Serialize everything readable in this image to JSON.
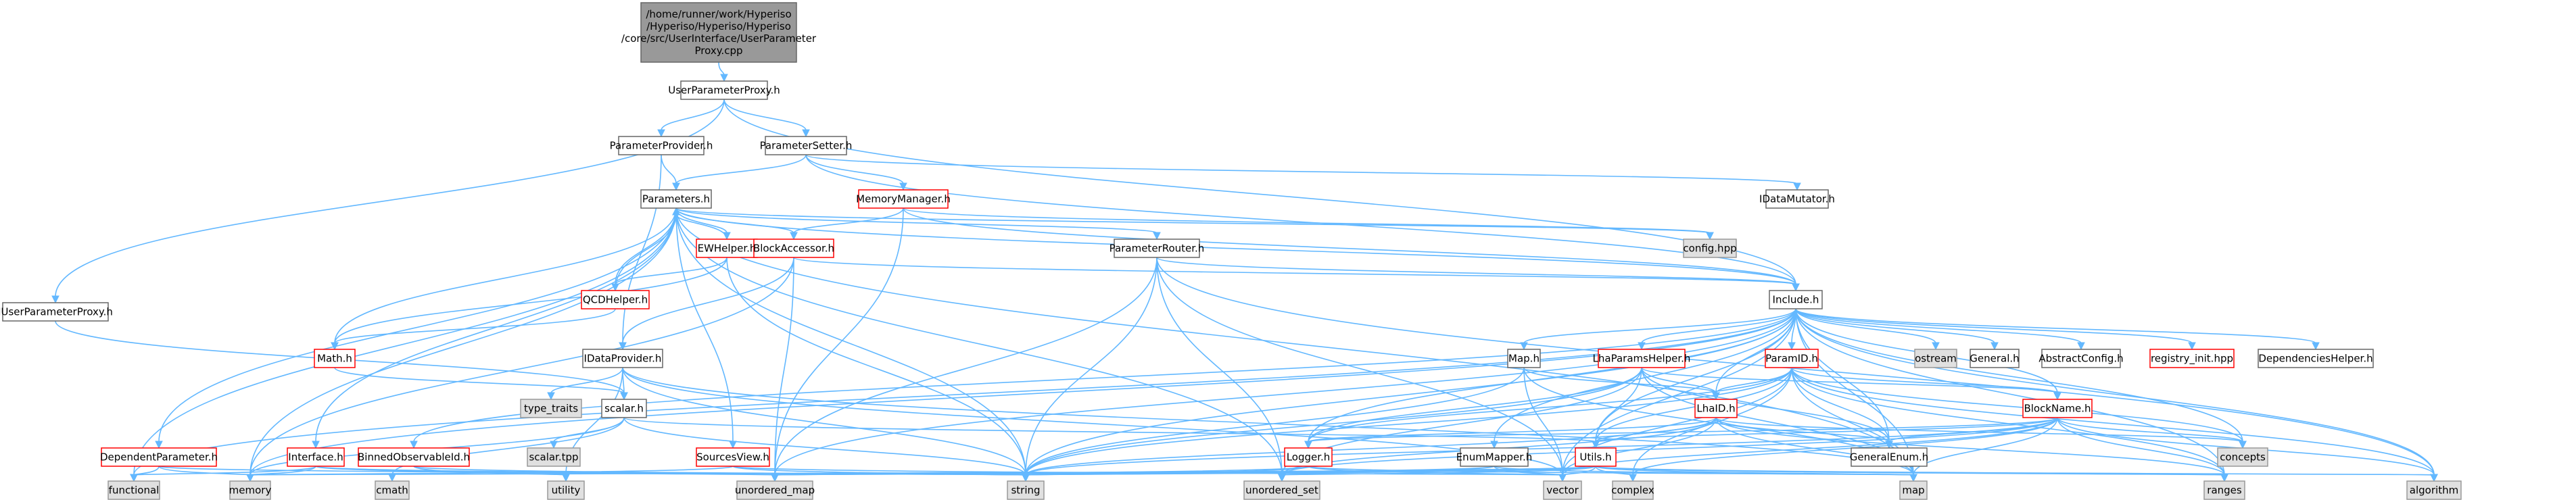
{
  "colors": {
    "edge": "#63b8ff",
    "root_fill": "#999999",
    "root_stroke": "#666666",
    "node_fill": "#ffffff",
    "node_stroke": "#666666",
    "sys_fill": "#e0e0e0",
    "sys_stroke": "#999999",
    "trunc_stroke": "#ff0000",
    "trunc_text": "#000000"
  },
  "nodes": [
    {
      "id": "root",
      "label": [
        "/home/runner/work/Hyperiso",
        "/Hyperiso/Hyperiso/Hyperiso",
        "/core/src/UserInterface/UserParameter",
        "Proxy.cpp"
      ],
      "kind": "root"
    },
    {
      "id": "upproxyh",
      "label": [
        "UserParameterProxy.h"
      ],
      "kind": "normal"
    },
    {
      "id": "pprov",
      "label": [
        "ParameterProvider.h"
      ],
      "kind": "normal"
    },
    {
      "id": "psetter",
      "label": [
        "ParameterSetter.h"
      ],
      "kind": "normal"
    },
    {
      "id": "params",
      "label": [
        "Parameters.h"
      ],
      "kind": "normal"
    },
    {
      "id": "memmgr",
      "label": [
        "MemoryManager.h"
      ],
      "kind": "trunc"
    },
    {
      "id": "idatamut",
      "label": [
        "IDataMutator.h"
      ],
      "kind": "normal"
    },
    {
      "id": "iupproxy",
      "label": [
        "IUserParameterProxy.h"
      ],
      "kind": "normal"
    },
    {
      "id": "ewhelper",
      "label": [
        "EWHelper.h"
      ],
      "kind": "trunc"
    },
    {
      "id": "blockacc",
      "label": [
        "BlockAccessor.h"
      ],
      "kind": "trunc"
    },
    {
      "id": "prouter",
      "label": [
        "ParameterRouter.h"
      ],
      "kind": "normal"
    },
    {
      "id": "confighpp",
      "label": [
        "config.hpp"
      ],
      "kind": "sys"
    },
    {
      "id": "qcdhelper",
      "label": [
        "QCDHelper.h"
      ],
      "kind": "trunc"
    },
    {
      "id": "include",
      "label": [
        "Include.h"
      ],
      "kind": "normal"
    },
    {
      "id": "mathh",
      "label": [
        "Math.h"
      ],
      "kind": "trunc"
    },
    {
      "id": "idataprov",
      "label": [
        "IDataProvider.h"
      ],
      "kind": "normal"
    },
    {
      "id": "maph",
      "label": [
        "Map.h"
      ],
      "kind": "normal"
    },
    {
      "id": "lhaparams",
      "label": [
        "LhaParamsHelper.h"
      ],
      "kind": "trunc"
    },
    {
      "id": "paramid",
      "label": [
        "ParamID.h"
      ],
      "kind": "trunc"
    },
    {
      "id": "ostream",
      "label": [
        "ostream"
      ],
      "kind": "sys"
    },
    {
      "id": "generalh",
      "label": [
        "General.h"
      ],
      "kind": "normal"
    },
    {
      "id": "abscfg",
      "label": [
        "AbstractConfig.h"
      ],
      "kind": "normal"
    },
    {
      "id": "reginit",
      "label": [
        "registry_init.hpp"
      ],
      "kind": "trunc"
    },
    {
      "id": "dephelper",
      "label": [
        "DependenciesHelper.h"
      ],
      "kind": "normal"
    },
    {
      "id": "scalarh",
      "label": [
        "scalar.h"
      ],
      "kind": "normal"
    },
    {
      "id": "typetraits",
      "label": [
        "type_traits"
      ],
      "kind": "sys"
    },
    {
      "id": "lhaid",
      "label": [
        "LhaID.h"
      ],
      "kind": "trunc"
    },
    {
      "id": "blockname",
      "label": [
        "BlockName.h"
      ],
      "kind": "trunc"
    },
    {
      "id": "depparam",
      "label": [
        "DependentParameter.h"
      ],
      "kind": "trunc"
    },
    {
      "id": "binnedobs",
      "label": [
        "BinnedObservableId.h"
      ],
      "kind": "trunc"
    },
    {
      "id": "scalartpp",
      "label": [
        "scalar.tpp"
      ],
      "kind": "sys"
    },
    {
      "id": "interfaceh",
      "label": [
        "Interface.h"
      ],
      "kind": "trunc"
    },
    {
      "id": "sourcesview",
      "label": [
        "SourcesView.h"
      ],
      "kind": "trunc"
    },
    {
      "id": "utilsh",
      "label": [
        "Utils.h"
      ],
      "kind": "trunc"
    },
    {
      "id": "loggerh",
      "label": [
        "Logger.h"
      ],
      "kind": "trunc"
    },
    {
      "id": "enummapper",
      "label": [
        "EnumMapper.h"
      ],
      "kind": "normal"
    },
    {
      "id": "generalenum",
      "label": [
        "GeneralEnum.h"
      ],
      "kind": "normal"
    },
    {
      "id": "concepts",
      "label": [
        "concepts"
      ],
      "kind": "sys"
    },
    {
      "id": "functional",
      "label": [
        "functional"
      ],
      "kind": "sys"
    },
    {
      "id": "memory",
      "label": [
        "memory"
      ],
      "kind": "sys"
    },
    {
      "id": "cmath",
      "label": [
        "cmath"
      ],
      "kind": "sys"
    },
    {
      "id": "utility",
      "label": [
        "utility"
      ],
      "kind": "sys"
    },
    {
      "id": "unorderedmap",
      "label": [
        "unordered_map"
      ],
      "kind": "sys"
    },
    {
      "id": "string",
      "label": [
        "string"
      ],
      "kind": "sys"
    },
    {
      "id": "unorderedset",
      "label": [
        "unordered_set"
      ],
      "kind": "sys"
    },
    {
      "id": "vector",
      "label": [
        "vector"
      ],
      "kind": "sys"
    },
    {
      "id": "complex",
      "label": [
        "complex"
      ],
      "kind": "sys"
    },
    {
      "id": "map",
      "label": [
        "map"
      ],
      "kind": "sys"
    },
    {
      "id": "ranges",
      "label": [
        "ranges"
      ],
      "kind": "sys"
    },
    {
      "id": "algorithm",
      "label": [
        "algorithm"
      ],
      "kind": "sys"
    }
  ],
  "edges": [
    [
      "root",
      "upproxyh"
    ],
    [
      "upproxyh",
      "pprov"
    ],
    [
      "upproxyh",
      "psetter"
    ],
    [
      "upproxyh",
      "iupproxy"
    ],
    [
      "upproxyh",
      "include"
    ],
    [
      "pprov",
      "params"
    ],
    [
      "pprov",
      "idataprov"
    ],
    [
      "psetter",
      "params"
    ],
    [
      "psetter",
      "memmgr"
    ],
    [
      "psetter",
      "idatamut"
    ],
    [
      "psetter",
      "include"
    ],
    [
      "params",
      "ewhelper"
    ],
    [
      "params",
      "blockacc"
    ],
    [
      "params",
      "prouter"
    ],
    [
      "params",
      "confighpp"
    ],
    [
      "params",
      "include"
    ],
    [
      "params",
      "qcdhelper"
    ],
    [
      "params",
      "mathh"
    ],
    [
      "params",
      "depparam"
    ],
    [
      "params",
      "interfaceh"
    ],
    [
      "params",
      "sourcesview"
    ],
    [
      "params",
      "functional"
    ],
    [
      "params",
      "memory"
    ],
    [
      "params",
      "unorderedset"
    ],
    [
      "params",
      "map"
    ],
    [
      "params",
      "string"
    ],
    [
      "memmgr",
      "blockacc"
    ],
    [
      "memmgr",
      "confighpp"
    ],
    [
      "memmgr",
      "unorderedmap"
    ],
    [
      "memmgr",
      "include"
    ],
    [
      "ewhelper",
      "params"
    ],
    [
      "ewhelper",
      "qcdhelper"
    ],
    [
      "ewhelper",
      "mathh"
    ],
    [
      "ewhelper",
      "string"
    ],
    [
      "qcdhelper",
      "params"
    ],
    [
      "qcdhelper",
      "mathh"
    ],
    [
      "blockacc",
      "idataprov"
    ],
    [
      "blockacc",
      "unorderedmap"
    ],
    [
      "blockacc",
      "memory"
    ],
    [
      "blockacc",
      "include"
    ],
    [
      "prouter",
      "include"
    ],
    [
      "prouter",
      "string"
    ],
    [
      "prouter",
      "unorderedmap"
    ],
    [
      "prouter",
      "unorderedset"
    ],
    [
      "prouter",
      "vector"
    ],
    [
      "prouter",
      "algorithm"
    ],
    [
      "iupproxy",
      "scalarh"
    ],
    [
      "mathh",
      "scalarh"
    ],
    [
      "idataprov",
      "scalarh"
    ],
    [
      "idataprov",
      "typetraits"
    ],
    [
      "idataprov",
      "utility"
    ],
    [
      "idataprov",
      "string"
    ],
    [
      "idataprov",
      "vector"
    ],
    [
      "idataprov",
      "map"
    ],
    [
      "include",
      "maph"
    ],
    [
      "include",
      "lhaparams"
    ],
    [
      "include",
      "paramid"
    ],
    [
      "include",
      "ostream"
    ],
    [
      "include",
      "generalh"
    ],
    [
      "include",
      "abscfg"
    ],
    [
      "include",
      "reginit"
    ],
    [
      "include",
      "dephelper"
    ],
    [
      "include",
      "binnedobs"
    ],
    [
      "include",
      "loggerh"
    ],
    [
      "include",
      "utilsh"
    ],
    [
      "include",
      "enummapper"
    ],
    [
      "include",
      "lhaid"
    ],
    [
      "include",
      "blockname"
    ],
    [
      "include",
      "generalenum"
    ],
    [
      "include",
      "concepts"
    ],
    [
      "include",
      "map"
    ],
    [
      "include",
      "ranges"
    ],
    [
      "include",
      "algorithm"
    ],
    [
      "include",
      "vector"
    ],
    [
      "include",
      "string"
    ],
    [
      "include",
      "memory"
    ],
    [
      "include",
      "unorderedmap"
    ],
    [
      "include",
      "functional"
    ],
    [
      "maph",
      "lhaid"
    ],
    [
      "maph",
      "string"
    ],
    [
      "maph",
      "vector"
    ],
    [
      "maph",
      "map"
    ],
    [
      "lhaparams",
      "lhaid"
    ],
    [
      "lhaparams",
      "blockname"
    ],
    [
      "lhaparams",
      "generalenum"
    ],
    [
      "lhaparams",
      "utilsh"
    ],
    [
      "lhaparams",
      "loggerh"
    ],
    [
      "lhaparams",
      "string"
    ],
    [
      "lhaparams",
      "map"
    ],
    [
      "lhaparams",
      "unorderedset"
    ],
    [
      "paramid",
      "lhaid"
    ],
    [
      "paramid",
      "blockname"
    ],
    [
      "paramid",
      "generalenum"
    ],
    [
      "paramid",
      "concepts"
    ],
    [
      "paramid",
      "utilsh"
    ],
    [
      "paramid",
      "loggerh"
    ],
    [
      "paramid",
      "string"
    ],
    [
      "paramid",
      "complex"
    ],
    [
      "paramid",
      "ranges"
    ],
    [
      "paramid",
      "algorithm"
    ],
    [
      "paramid",
      "map"
    ],
    [
      "paramid",
      "vector"
    ],
    [
      "scalarh",
      "scalartpp"
    ],
    [
      "scalarh",
      "cmath"
    ],
    [
      "scalarh",
      "utilsh"
    ],
    [
      "scalarh",
      "string"
    ],
    [
      "scalarh",
      "memory"
    ],
    [
      "lhaid",
      "generalenum"
    ],
    [
      "lhaid",
      "concepts"
    ],
    [
      "lhaid",
      "utilsh"
    ],
    [
      "lhaid",
      "loggerh"
    ],
    [
      "lhaid",
      "string"
    ],
    [
      "lhaid",
      "vector"
    ],
    [
      "lhaid",
      "map"
    ],
    [
      "lhaid",
      "ranges"
    ],
    [
      "lhaid",
      "unorderedset"
    ],
    [
      "blockname",
      "generalenum"
    ],
    [
      "blockname",
      "concepts"
    ],
    [
      "blockname",
      "loggerh"
    ],
    [
      "blockname",
      "utilsh"
    ],
    [
      "blockname",
      "string"
    ],
    [
      "blockname",
      "vector"
    ],
    [
      "blockname",
      "map"
    ],
    [
      "blockname",
      "ranges"
    ],
    [
      "blockname",
      "unorderedset"
    ],
    [
      "blockname",
      "complex"
    ],
    [
      "blockname",
      "algorithm"
    ],
    [
      "depparam",
      "functional"
    ],
    [
      "depparam",
      "memory"
    ],
    [
      "depparam",
      "string"
    ],
    [
      "binnedobs",
      "utility"
    ],
    [
      "binnedobs",
      "string"
    ],
    [
      "interfaceh",
      "functional"
    ],
    [
      "interfaceh",
      "memory"
    ],
    [
      "interfaceh",
      "unorderedmap"
    ],
    [
      "interfaceh",
      "string"
    ],
    [
      "sourcesview",
      "memory"
    ],
    [
      "sourcesview",
      "string"
    ],
    [
      "sourcesview",
      "vector"
    ],
    [
      "utilsh",
      "string"
    ],
    [
      "utilsh",
      "vector"
    ],
    [
      "utilsh",
      "complex"
    ],
    [
      "utilsh",
      "map"
    ],
    [
      "utilsh",
      "ranges"
    ],
    [
      "utilsh",
      "algorithm"
    ],
    [
      "utilsh",
      "unorderedmap"
    ],
    [
      "utilsh",
      "unorderedset"
    ],
    [
      "utilsh",
      "memory"
    ],
    [
      "loggerh",
      "string"
    ],
    [
      "loggerh",
      "map"
    ],
    [
      "loggerh",
      "vector"
    ],
    [
      "loggerh",
      "unorderedmap"
    ],
    [
      "enummapper",
      "string"
    ],
    [
      "enummapper",
      "vector"
    ],
    [
      "enummapper",
      "unorderedmap"
    ],
    [
      "enummapper",
      "map"
    ]
  ]
}
